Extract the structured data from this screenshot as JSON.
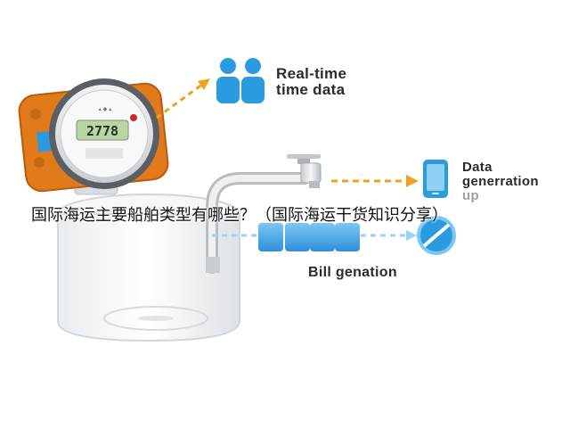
{
  "labels": {
    "realtime_line1": "Real-time",
    "realtime_line2": "time data",
    "datagen_line1": "Data",
    "datagen_line2": "generration",
    "datagen_line3": "up",
    "bill": "Bill genation"
  },
  "meter": {
    "reading": "2778"
  },
  "caption": "国际海运主要船舶类型有哪些？（国际海运干货知识分享）",
  "colors": {
    "accent_blue": "#2b9be0",
    "arrow_orange": "#f0a020",
    "meter_orange": "#e07a1a",
    "lcd_green": "#b9d6a2"
  },
  "icons": [
    "users-icon",
    "phone-icon",
    "coin-icon",
    "stacked-cards-icon",
    "water-tap-icon",
    "water-meter-icon",
    "tank-icon"
  ]
}
